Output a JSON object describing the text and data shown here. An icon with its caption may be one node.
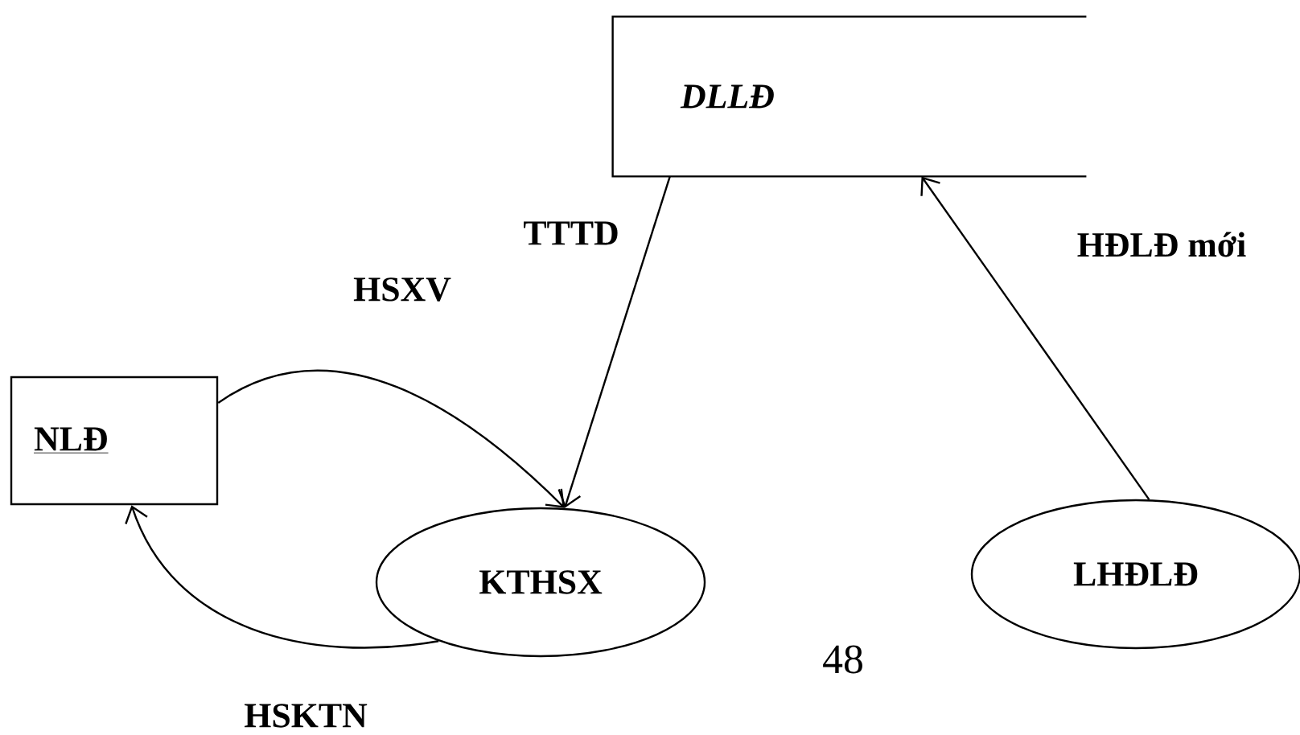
{
  "diagram": {
    "nodes": [
      {
        "text": [
          "DLLĐ"
        ]
      },
      {
        "text": [
          "NLĐ"
        ]
      },
      {
        "text": [
          "KTHSX"
        ]
      },
      {
        "text": [
          "LHĐLĐ"
        ]
      }
    ],
    "edges": [
      {
        "from": 0,
        "to": 2,
        "arrow": "to",
        "label": "TTTD"
      },
      {
        "from": 1,
        "to": 2,
        "arrow": "to",
        "label": "HSXV"
      },
      {
        "from": 3,
        "to": 0,
        "arrow": "to",
        "label": "HĐLĐ mới"
      },
      {
        "from": 2,
        "to": 1,
        "arrow": "to",
        "label": "HSKTN"
      }
    ],
    "labels": [
      "48"
    ]
  }
}
